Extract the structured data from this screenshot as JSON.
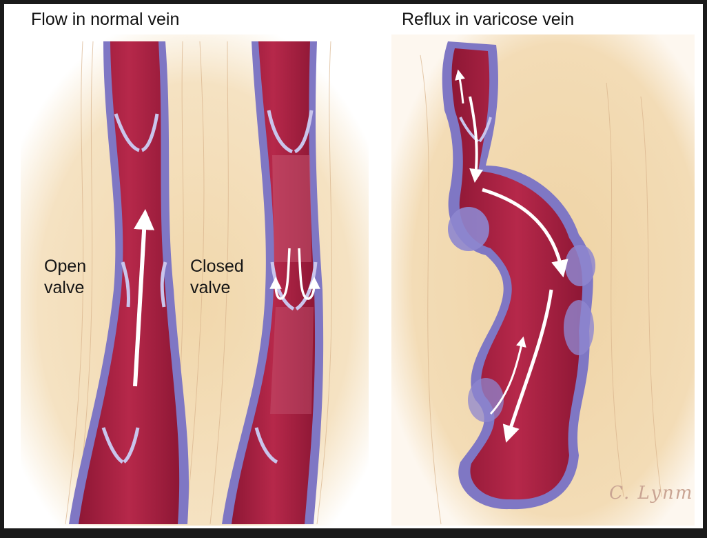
{
  "titles": {
    "normal": "Flow in normal vein",
    "varicose": "Reflux in varicose vein"
  },
  "labels": {
    "open_valve": [
      "Open",
      "valve"
    ],
    "closed_valve": [
      "Closed",
      "valve"
    ]
  },
  "signature": "C. Lynm",
  "colors": {
    "background_frame": "#1a1a1a",
    "panel": "#ffffff",
    "tissue": "#f3dcb4",
    "vein_wall": "#7f77c4",
    "vein_wall_light": "#a9a3dc",
    "blood": "#a82042",
    "blood_dark": "#861331",
    "arrow": "#ffffff"
  }
}
